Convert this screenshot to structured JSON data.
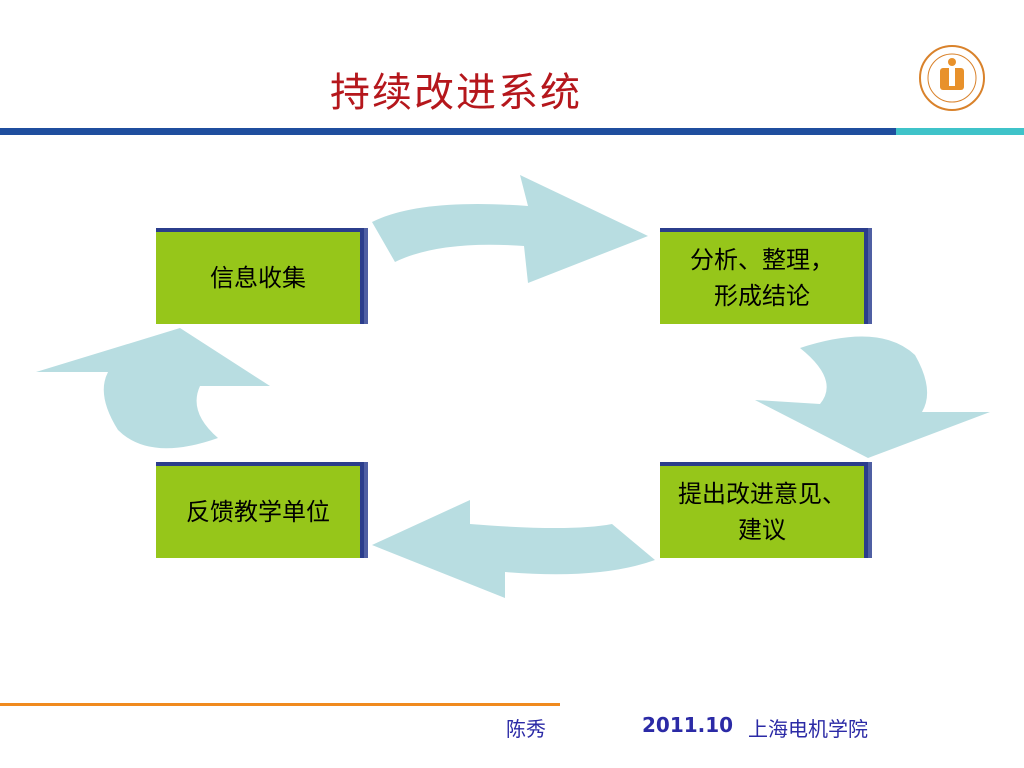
{
  "slide": {
    "title": "持续改进系统"
  },
  "boxes": [
    {
      "line1": "信息收集",
      "line2": ""
    },
    {
      "line1": "分析、整理，",
      "line2": "形成结论"
    },
    {
      "line1": "提出改进意见、",
      "line2": "建议"
    },
    {
      "line1": "反馈教学单位",
      "line2": ""
    }
  ],
  "footer": {
    "author": "陈秀",
    "date": "2011.10",
    "school": "上海电机学院"
  },
  "colors": {
    "title": "#b5171c",
    "box": "#96c61a",
    "box_border": "#2b3d8c",
    "arrow": "#b8dde1",
    "bar_dark": "#1f4e9e",
    "bar_light": "#3fc3c9",
    "footer_line": "#f08a1e",
    "footer_text": "#2b2aa6"
  },
  "logo": {
    "icon": "university-seal-icon"
  }
}
